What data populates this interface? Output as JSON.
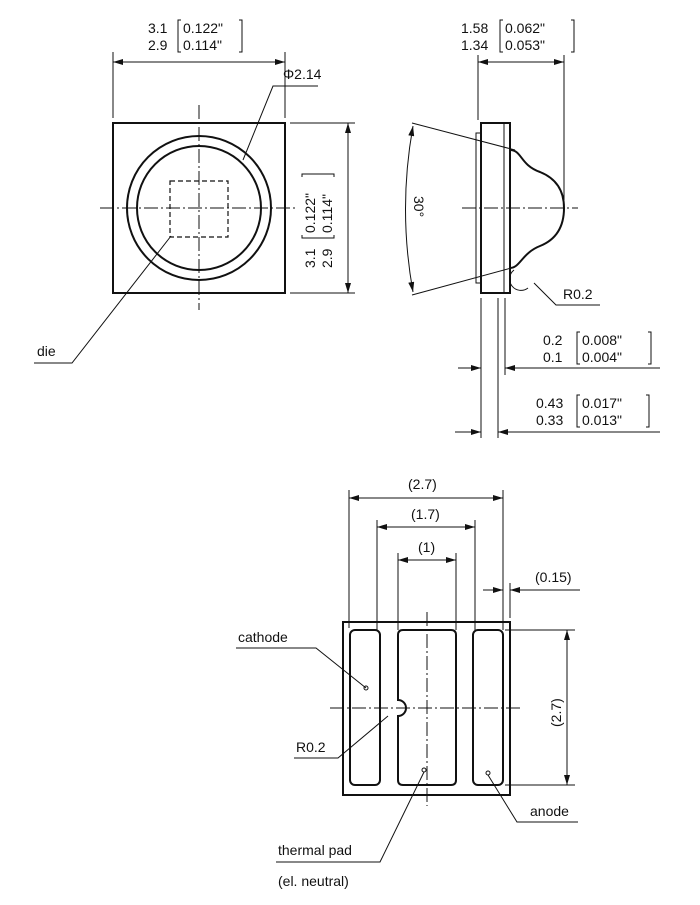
{
  "top_view": {
    "width_dim": {
      "mm_max": "3.1",
      "mm_min": "2.9",
      "in_max": "0.122\"",
      "in_min": "0.114\""
    },
    "height_dim": {
      "mm_max": "3.1",
      "mm_min": "2.9",
      "in_max": "0.122\"",
      "in_min": "0.114\""
    },
    "lens_diameter": "Φ2.14",
    "die_label": "die"
  },
  "side_view": {
    "height_dim": {
      "mm_max": "1.58",
      "mm_min": "1.34",
      "in_max": "0.062\"",
      "in_min": "0.053\""
    },
    "angle": "30°",
    "radius": "R0.2",
    "layer_dim": {
      "mm_max": "0.2",
      "mm_min": "0.1",
      "in_max": "0.008\"",
      "in_min": "0.004\""
    },
    "base_dim": {
      "mm_max": "0.43",
      "mm_min": "0.33",
      "in_max": "0.017\"",
      "in_min": "0.013\""
    }
  },
  "bottom_view": {
    "outer_width": "(2.7)",
    "mid_width": "(1.7)",
    "inner_width": "(1)",
    "gap": "(0.15)",
    "pad_height": "(2.7)",
    "cathode": "cathode",
    "radius": "R0.2",
    "thermal_pad": "thermal pad",
    "thermal_note": "(el. neutral)",
    "anode": "anode"
  }
}
